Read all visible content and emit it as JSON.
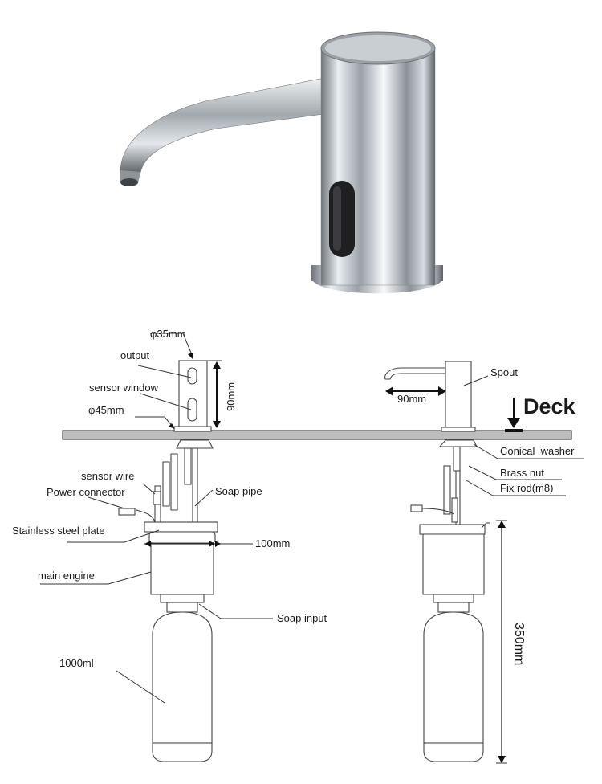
{
  "left_assembly": {
    "diameter_top": "φ35mm",
    "output": "output",
    "sensor_window": "sensor window",
    "diameter_base": "φ45mm",
    "height": "90mm",
    "sensor_wire": "sensor wire",
    "power_connector": "Power connector",
    "soap_pipe": "Soap pipe",
    "steel_plate": "Stainless steel plate",
    "width": "100mm",
    "main_engine": "main engine",
    "soap_input": "Soap input",
    "bottle": "1000ml"
  },
  "right_assembly": {
    "spout": "Spout",
    "reach": "90mm",
    "deck": "Deck",
    "conical_washer": "Conical  washer",
    "brass_nut": "Brass nut",
    "fix_rod": "Fix rod(m8)",
    "total_height": "350mm"
  }
}
